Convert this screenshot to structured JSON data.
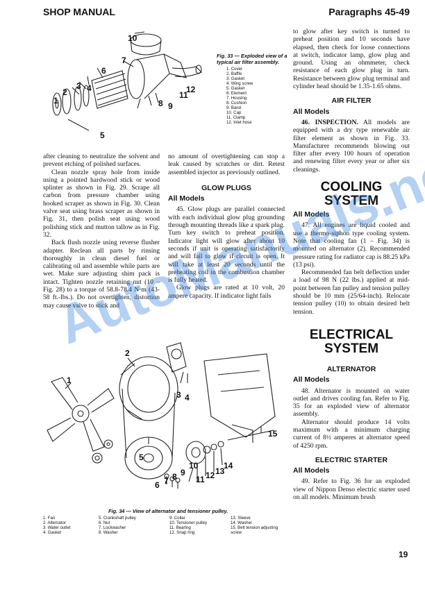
{
  "header": {
    "left": "SHOP MANUAL",
    "right": "Paragraphs 45-49"
  },
  "fig33": {
    "caption": "Fig. 33 — Exploded view of a typical air filter assembly.",
    "legend": [
      "1. Cover",
      "2. Baffle",
      "3. Gasket",
      "4. Wing screw",
      "5. Gasket",
      "6. Element",
      "7. Housing",
      "8. Cushion",
      "9. Band",
      "10. Cap",
      "11. Clamp",
      "12. Inlet hose"
    ],
    "callouts": [
      "10",
      "7",
      "6",
      "3",
      "4",
      "2",
      "1",
      "5",
      "8",
      "9",
      "11",
      "12"
    ]
  },
  "col_left": [
    "after cleaning to neutralize the solvent and prevent etching of polished surfaces.",
    "Clean nozzle spray hole from inside using a pointed hardwood stick or wood splinter as shown in Fig. 29. Scrape all carbon from pressure chamber using hooked scraper as shown in Fig. 30. Clean valve seat using brass scraper as shown in Fig. 31, then polish seat using wood polishing stick and mutton tallow as in Fig. 32.",
    "Back flush nozzle using reverse flusher adapter. Reclean all parts by rinsing thoroughly in clean diesel fuel or calibrating oil and assemble while parts are wet. Make sure adjusting shim pack is intact. Tighten nozzle retaining nut (10 – Fig. 28) to a torque of 58.8-78.4 N·m (43-58 ft.-lbs.). Do not overtighten, distortion may cause valve to stick and"
  ],
  "col_mid_top": "no amount of overtightening can stop a leak caused by scratches or dirt. Retest assembled injector as previously outlined.",
  "glow": {
    "heading": "GLOW PLUGS",
    "sub": "All Models",
    "text": "45. Glow plugs are parallel connected with each individual glow plug grounding through mounting threads like a spark plug. Turn key switch to preheat position. Indicator light will glow after about 10 seconds if unit is operating satisfactorily and will fail to glow if circuit is open. It will take at least 20 seconds until the preheating coil in the combustion chamber is fully heated.",
    "text2": "Glow plugs are rated at 10 volt, 20 ampere capacity. If indicator light fails"
  },
  "col_right_top": "to glow after key switch is turned to preheat position and 10 seconds have elapsed, then check for loose connections at switch, indicator lamp, glow plug and ground. Using an ohmmeter, check resistance of each glow plug in turn. Resistance between glow plug terminal and cylinder head should be 1.35-1.65 ohms.",
  "air_filter": {
    "heading": "AIR FILTER",
    "sub": "All Models",
    "lead": "46. INSPECTION.",
    "text": " All models are equipped with a dry type renewable air filter element as shown in Fig. 33. Manufacturer recommends blowing out filter after every 100 hours of operation and renewing filter every year or after six cleanings."
  },
  "cooling": {
    "heading_l1": "COOLING",
    "heading_l2": "SYSTEM",
    "sub": "All Models",
    "text": "47. All engines are liquid cooled and use a thermo-siphon type cooling system. Note that cooling fan (1 – Fig. 34) is mounted on alternator (2). Recommended pressure rating for radiator cap is 88.25 kPa (13 psi).",
    "text2": "Recommended fan belt deflection under a load of 98 N (22 lbs.) applied at mid-point between fan pulley and tension pulley should be 10 mm (25/64-inch). Relocate tension pulley (10) to obtain desired belt tension."
  },
  "electrical": {
    "heading_l1": "ELECTRICAL",
    "heading_l2": "SYSTEM",
    "alt_heading": "ALTERNATOR",
    "alt_sub": "All Models",
    "alt_text": "48. Alternator is mounted on water outlet and drives cooling fan. Refer to Fig. 35 for an exploded view of alternator assembly.",
    "alt_text2": "Alternator should produce 14 volts maximum with a minimum charging current of 8½ amperes at alternator speed of 4250 rpm.",
    "start_heading": "ELECTRIC STARTER",
    "start_sub": "All Models",
    "start_text": "49. Refer to Fig. 36 for an exploded view of Nippon Denso electric starter used on all models. Minimum brush"
  },
  "fig34": {
    "caption": "Fig. 34 — View of alternator and tensioner pulley.",
    "legend_c1": [
      "1. Fan",
      "2. Alternator",
      "3. Water outlet",
      "4. Gasket"
    ],
    "legend_c2": [
      "5. Crankshaft pulley",
      "6. Nut",
      "7. Lockwasher",
      "8. Washer"
    ],
    "legend_c3": [
      "9. Collar",
      "10. Tensioner pulley",
      "11. Bearing",
      "12. Snap ring"
    ],
    "legend_c4": [
      "13. Sleeve",
      "14. Washer",
      "15. Belt tension adjusting screw"
    ],
    "callouts": [
      "2",
      "1",
      "3",
      "4",
      "5",
      "15",
      "6",
      "7",
      "8",
      "9",
      "10",
      "11",
      "12",
      "13",
      "14"
    ]
  },
  "page_number": "19",
  "watermark": "AutoManuals.net"
}
